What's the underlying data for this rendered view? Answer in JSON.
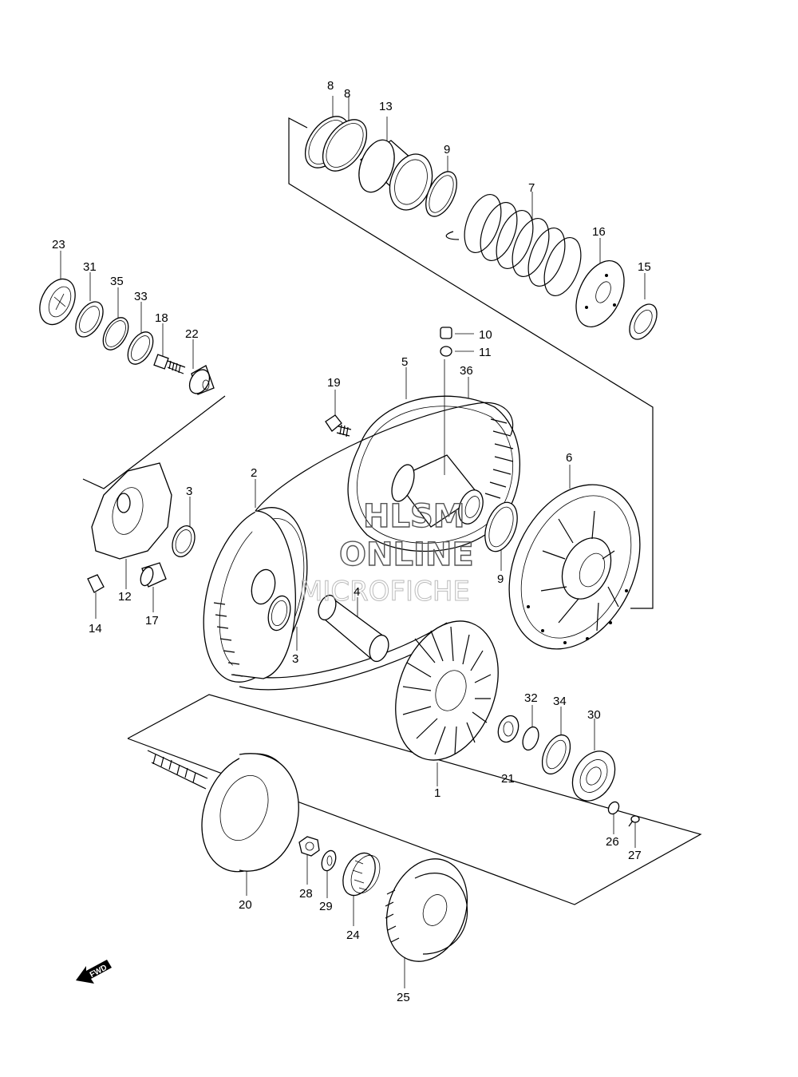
{
  "labels": [
    {
      "id": "8",
      "text": "8"
    },
    {
      "id": "8b",
      "text": "8"
    },
    {
      "id": "13",
      "text": "13"
    },
    {
      "id": "9",
      "text": "9"
    },
    {
      "id": "7",
      "text": "7"
    },
    {
      "id": "16",
      "text": "16"
    },
    {
      "id": "15",
      "text": "15"
    },
    {
      "id": "23",
      "text": "23"
    },
    {
      "id": "31",
      "text": "31"
    },
    {
      "id": "35",
      "text": "35"
    },
    {
      "id": "33",
      "text": "33"
    },
    {
      "id": "18",
      "text": "18"
    },
    {
      "id": "22",
      "text": "22"
    },
    {
      "id": "10",
      "text": "10"
    },
    {
      "id": "11",
      "text": "11"
    },
    {
      "id": "5",
      "text": "5"
    },
    {
      "id": "36",
      "text": "36"
    },
    {
      "id": "19",
      "text": "19"
    },
    {
      "id": "6",
      "text": "6"
    },
    {
      "id": "2",
      "text": "2"
    },
    {
      "id": "3",
      "text": "3"
    },
    {
      "id": "9b",
      "text": "9"
    },
    {
      "id": "12",
      "text": "12"
    },
    {
      "id": "14",
      "text": "14"
    },
    {
      "id": "17",
      "text": "17"
    },
    {
      "id": "4",
      "text": "4"
    },
    {
      "id": "3b",
      "text": "3"
    },
    {
      "id": "32",
      "text": "32"
    },
    {
      "id": "34",
      "text": "34"
    },
    {
      "id": "30",
      "text": "30"
    },
    {
      "id": "21",
      "text": "21"
    },
    {
      "id": "1",
      "text": "1"
    },
    {
      "id": "26",
      "text": "26"
    },
    {
      "id": "27",
      "text": "27"
    },
    {
      "id": "20",
      "text": "20"
    },
    {
      "id": "28",
      "text": "28"
    },
    {
      "id": "29",
      "text": "29"
    },
    {
      "id": "24",
      "text": "24"
    },
    {
      "id": "25",
      "text": "25"
    }
  ],
  "watermark": {
    "line1": "HLSM",
    "line2": "ONLINE",
    "line3": "MICROFICHE"
  },
  "fwd_arrow": {
    "text": "FWD"
  }
}
